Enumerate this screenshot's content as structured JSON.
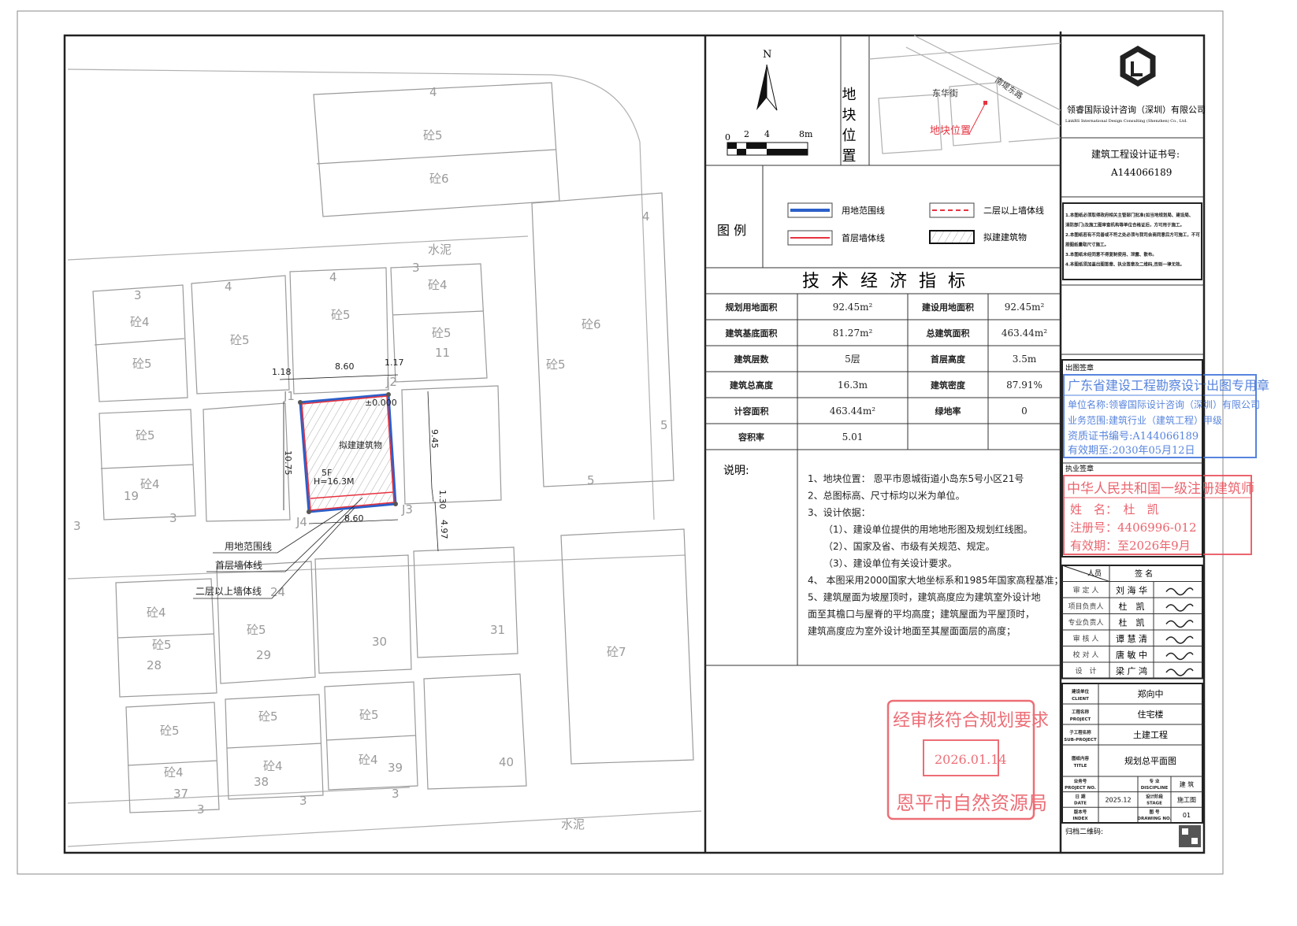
{
  "plan": {
    "labels": [
      "4",
      "砼5",
      "砼6",
      "水泥",
      "4",
      "砼6",
      "砼5",
      "5",
      "5",
      "3",
      "砼4",
      "砼5",
      "4",
      "砼5",
      "4",
      "砼5",
      "3",
      "砼4",
      "砼5",
      "11",
      "砼5",
      "砼4",
      "19",
      "3",
      "3",
      "砼4",
      "砼5",
      "28",
      "砼5",
      "29",
      "24",
      "30",
      "31",
      "砼7",
      "砼5",
      "砼4",
      "37",
      "3",
      "砼5",
      "砼4",
      "38",
      "3",
      "砼5",
      "砼4",
      "39",
      "3",
      "40",
      "水泥"
    ],
    "dims": {
      "left_offset": "1.18",
      "top_width": "8.60",
      "right_offset": "1.17",
      "height_left": "10.75",
      "height_right": "9.45",
      "gap": "1.30",
      "below": "4.97",
      "bottom_width": "8.60"
    },
    "points": {
      "j1": "J1",
      "j2": "J2",
      "j3": "J3",
      "j4": "J4"
    },
    "building": {
      "elevation": "±0.000",
      "name": "拟建建筑物",
      "floors": "5F",
      "height": "H=16.3M"
    },
    "callouts": [
      "用地范围线",
      "首层墙体线",
      "二层以上墙体线"
    ]
  },
  "north": {
    "label": "N",
    "scale_ticks": [
      "0",
      "2",
      "4",
      "8m"
    ]
  },
  "location_map": {
    "title": "地块位置",
    "roads": [
      "东华街",
      "南堤东路"
    ],
    "marker_label": "地块位置"
  },
  "legend": {
    "title": "图 例",
    "items": [
      {
        "label": "用地范围线",
        "color": "#2b5fc9"
      },
      {
        "label": "二层以上墙体线",
        "color": "#e63340"
      },
      {
        "label": "首层墙体线",
        "color": "#e63340"
      },
      {
        "label": "拟建建筑物",
        "color": "#222222"
      }
    ]
  },
  "tech_table": {
    "title": "技 术 经 济 指 标",
    "rows": [
      [
        "规划用地面积",
        "92.45m²",
        "建设用地面积",
        "92.45m²"
      ],
      [
        "建筑基底面积",
        "81.27m²",
        "总建筑面积",
        "463.44m²"
      ],
      [
        "建筑层数",
        "5层",
        "首层高度",
        "3.5m"
      ],
      [
        "建筑总高度",
        "16.3m",
        "建筑密度",
        "87.91%"
      ],
      [
        "计容面积",
        "463.44m²",
        "绿地率",
        "0"
      ],
      [
        "容积率",
        "5.01",
        "",
        ""
      ]
    ]
  },
  "notes": {
    "title": "说明:",
    "items": [
      "1、地块位置： 恩平市恩城街道小岛东5号小区21号",
      "2、总图标高、尺寸标均以米为单位。",
      "3、设计依据：",
      "（1）、建设单位提供的用地地形图及规划红线图。",
      "（2）、国家及省、市级有关规范、规定。",
      "（3）、建设单位有关设计要求。",
      "4、 本图采用2000国家大地坐标系和1985年国家高程基准；",
      "5、建筑屋面为坡屋顶时，建筑高度应为建筑室外设计地",
      "面至其檐口与屋脊的平均高度；建筑屋面为平屋顶时，",
      "建筑高度应为室外设计地面至其屋面面层的高度；"
    ]
  },
  "stamps": {
    "blue": [
      "广东省建设工程勘察设计出图专用章",
      "单位名称:领睿国际设计咨询（深圳）有限公司",
      "业务范围:建筑行业（建筑工程）甲级",
      "资质证书编号:A144066189",
      "有效期至:2030年05月12日"
    ],
    "red": [
      "中华人民共和国一级注册建筑师",
      "姓　名：　杜　凯",
      "注册号：4406996-012",
      "有效期：至2026年9月"
    ],
    "review": [
      "经审核符合规划要求",
      "2026.01.14",
      "恩平市自然资源局"
    ]
  },
  "title_block": {
    "company_cn": "领睿国际设计咨询（深圳）有限公司",
    "company_en": "LinkRS International Design Consulting (Shenzhen) Co., Ltd.",
    "cert_label": "建筑工程设计证书号:",
    "cert_no": "A144066189",
    "disclaimers": [
      "1.本图纸必须取得政府相关主管部门批准(如当地规划局、建设局、",
      "消防部门)及施工图审查机构等单位合格证后，方可用于施工。",
      "2.本图纸若有不完善或不符之处必须与我司会商同意后方可施工，不可",
      "按图纸量取尺寸施工。",
      "3.本图纸未经同意不得复制使用、泄露、散布。",
      "4.本图纸须加盖出图签章、执业签章及二维码,否则一律无效。"
    ],
    "print_seal_label": "出图签章",
    "practice_seal_label": "执业签章",
    "sign_header": [
      "人员",
      "签 名"
    ],
    "signers": [
      [
        "审 定 人",
        "刘 海 华"
      ],
      [
        "项目负责人",
        "杜　凯"
      ],
      [
        "专业负责人",
        "杜　凯"
      ],
      [
        "审 核 人",
        "谭 慧 清"
      ],
      [
        "校 对 人",
        "唐 敏 中"
      ],
      [
        "设　计",
        "梁 广 鸿"
      ]
    ],
    "project": [
      {
        "label_cn": "建设单位",
        "label_en": "CLIENT",
        "value": "郑向中"
      },
      {
        "label_cn": "工程名称",
        "label_en": "PROJECT",
        "value": "住宅楼"
      },
      {
        "label_cn": "子工程名称",
        "label_en": "SUB-PROJECT",
        "value": "土建工程"
      },
      {
        "label_cn": "图纸内容",
        "label_en": "TITLE",
        "value": "规划总平面图"
      }
    ],
    "meta": {
      "project_no_cn": "业务号",
      "project_no_en": "PROJECT NO.",
      "project_no": "",
      "discipline_cn": "专 业",
      "discipline_en": "DISCIPLINE",
      "discipline": "建 筑",
      "date_cn": "日 期",
      "date_en": "DATE",
      "date": "2025.12",
      "stage_cn": "设计阶段",
      "stage_en": "STAGE",
      "stage": "施工图",
      "index_cn": "版本号",
      "index_en": "INDEX",
      "index": "",
      "drawing_no_cn": "图 号",
      "drawing_no_en": "DRAWING NO.",
      "drawing_no": "01"
    },
    "qr_label": "归档二维码:"
  },
  "colors": {
    "boundary": "#2b5fc9",
    "wall": "#e63340",
    "blue_stamp": "#3a6fd8",
    "red_stamp": "#e84a55"
  }
}
